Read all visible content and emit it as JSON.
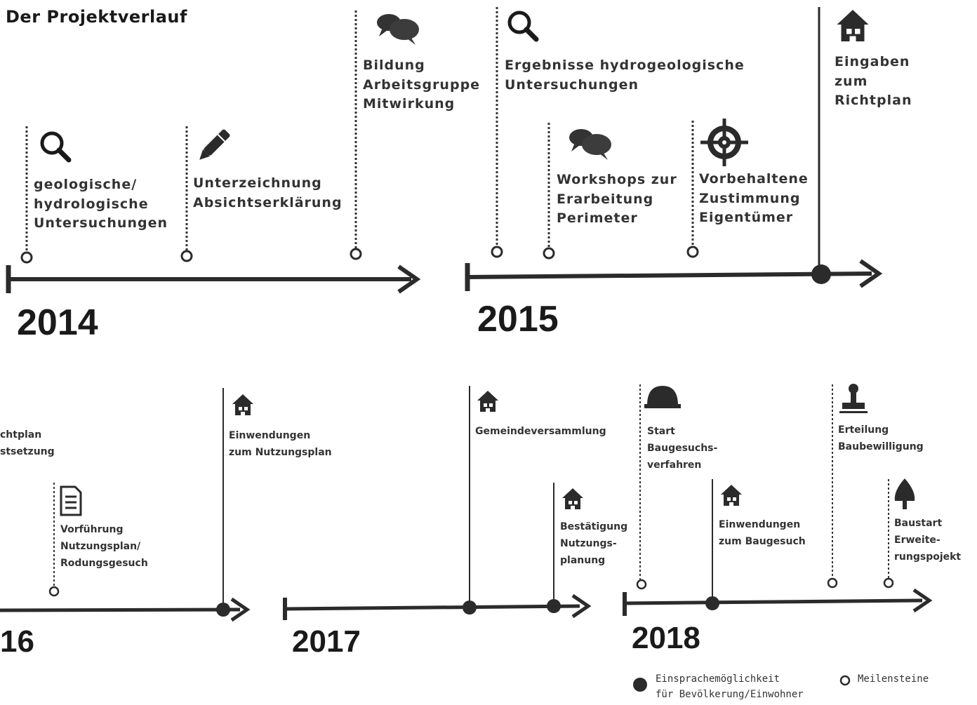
{
  "title": "Der Projektverlauf",
  "years": {
    "y2014": "2014",
    "y2015": "2015",
    "y2016": "16",
    "y2017": "2017",
    "y2018": "2018"
  },
  "milestones": {
    "m2014_1": "geologische/\nhydrologische\nUntersuchungen",
    "m2014_2": "Unterzeichnung\nAbsichtserklärung",
    "m2014_3": "Bildung\nArbeitsgruppe\nMitwirkung",
    "m2015_1": "Ergebnisse hydrogeologische\nUntersuchungen",
    "m2015_2": "Workshops zur\nErarbeitung\nPerimeter",
    "m2015_3": "Vorbehaltene\nZustimmung\nEigentümer",
    "m2015_4": "Eingaben\nzum\nRichtplan",
    "m2016_1": "chtplan\nstsetzung",
    "m2016_2": "Vorführung\nNutzungsplan/\nRodungsgesuch",
    "m2016_3": "Einwendungen\nzum Nutzungsplan",
    "m2017_1": "Gemeindeversammlung",
    "m2017_2": "Bestätigung\nNutzungs-\nplanung",
    "m2018_1": "Start\nBaugesuchs-\nverfahren",
    "m2018_2": "Einwendungen\nzum Baugesuch",
    "m2018_3": "Erteilung\nBaubewilligung",
    "m2018_4": "Baustart\nErweite-\nrungspojekt"
  },
  "legend": {
    "filled": "Einsprachemöglichkeit\nfür Bevölkerung/Einwohner",
    "open": "Meilensteine"
  },
  "colors": {
    "line": "#2b2b2b",
    "text": "#1a1a1a"
  },
  "icons": [
    "magnifier-icon",
    "pen-icon",
    "speech-bubbles-icon",
    "house-icon",
    "target-icon",
    "document-icon",
    "hardhat-icon",
    "stamp-icon",
    "tree-icon"
  ]
}
